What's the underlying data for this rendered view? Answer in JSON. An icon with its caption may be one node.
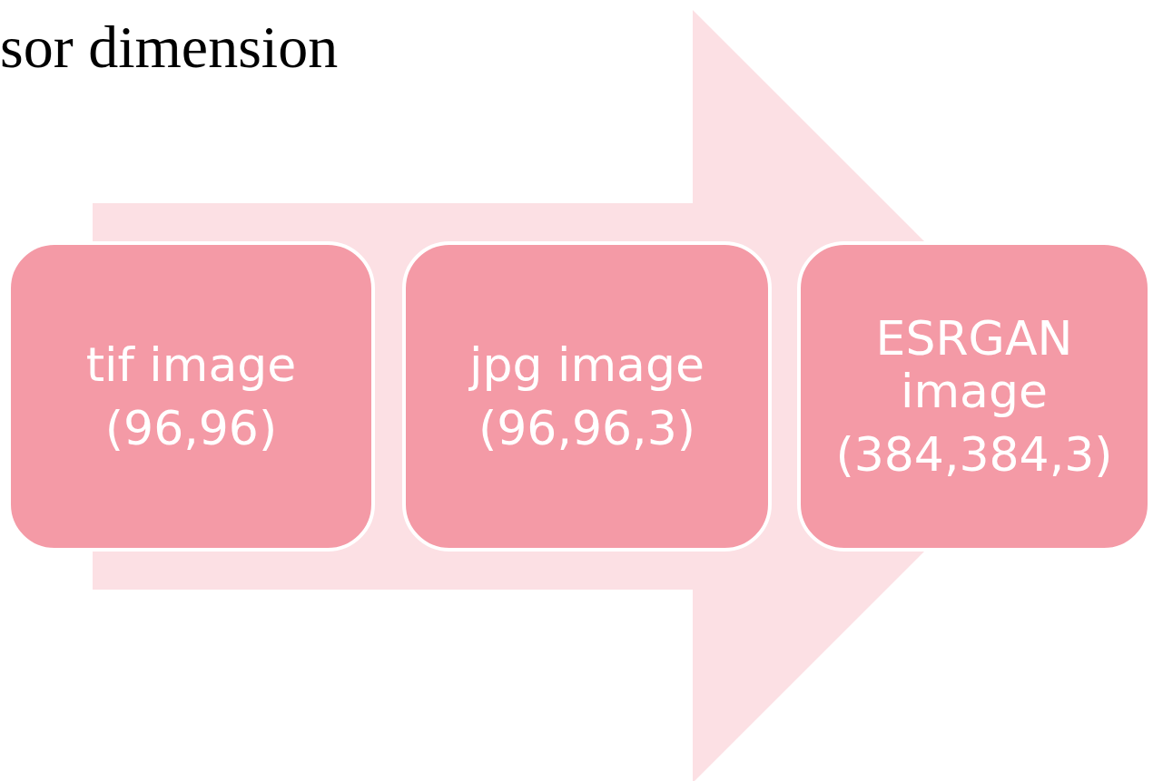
{
  "diagram": {
    "title": "sor dimension",
    "nodes": [
      {
        "text": [
          "tif image",
          "(96,96)"
        ]
      },
      {
        "text": [
          "jpg image",
          "(96,96,3)"
        ]
      },
      {
        "text": [
          "ESRGAN image",
          "(384,384,3)"
        ]
      }
    ],
    "edges": [
      {
        "from": 0,
        "to": 2,
        "arrow": "to",
        "style": "thick"
      }
    ]
  }
}
